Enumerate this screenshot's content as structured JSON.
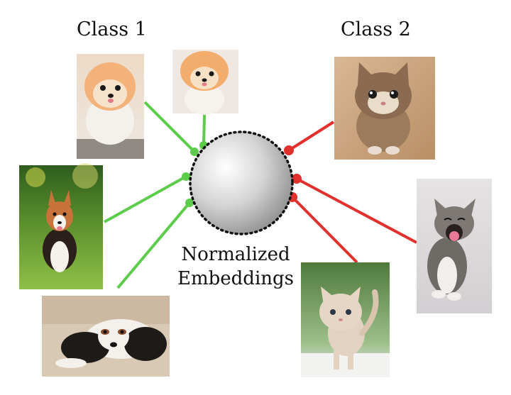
{
  "class_1_label": "Class 1",
  "class_2_label": "Class 2",
  "center_label_line1": "Normalized",
  "center_label_line2": "Embeddings",
  "colors": {
    "class_1": "#5ccc4a",
    "class_2": "#e2302c"
  },
  "images": {
    "class_1": [
      "pomeranian",
      "pomeranian",
      "corgi",
      "cavalier-spaniel"
    ],
    "class_2": [
      "tabby-kitten",
      "yawning-kitten",
      "cream-kitten"
    ]
  }
}
